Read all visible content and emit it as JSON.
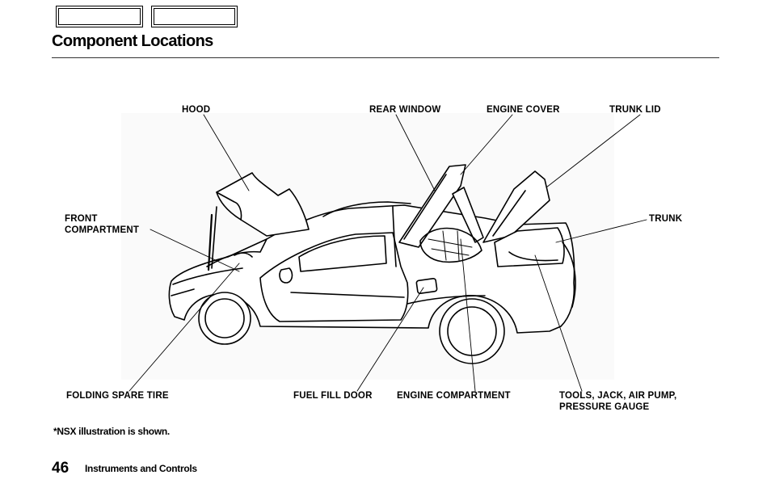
{
  "header": {
    "tab1_label": "",
    "tab2_label": ""
  },
  "page_title": "Component Locations",
  "callouts": {
    "hood": "HOOD",
    "rear_window": "REAR WINDOW",
    "engine_cover": "ENGINE COVER",
    "trunk_lid": "TRUNK LID",
    "front_compartment_line1": "FRONT",
    "front_compartment_line2": "COMPARTMENT",
    "trunk": "TRUNK",
    "folding_spare_tire": "FOLDING SPARE TIRE",
    "fuel_fill_door": "FUEL FILL DOOR",
    "engine_compartment": "ENGINE COMPARTMENT",
    "tools_line1": "TOOLS, JACK, AIR PUMP,",
    "tools_line2": "PRESSURE GAUGE"
  },
  "footnote": "*NSX illustration is shown.",
  "footer": {
    "page_number": "46",
    "section": "Instruments and Controls"
  }
}
